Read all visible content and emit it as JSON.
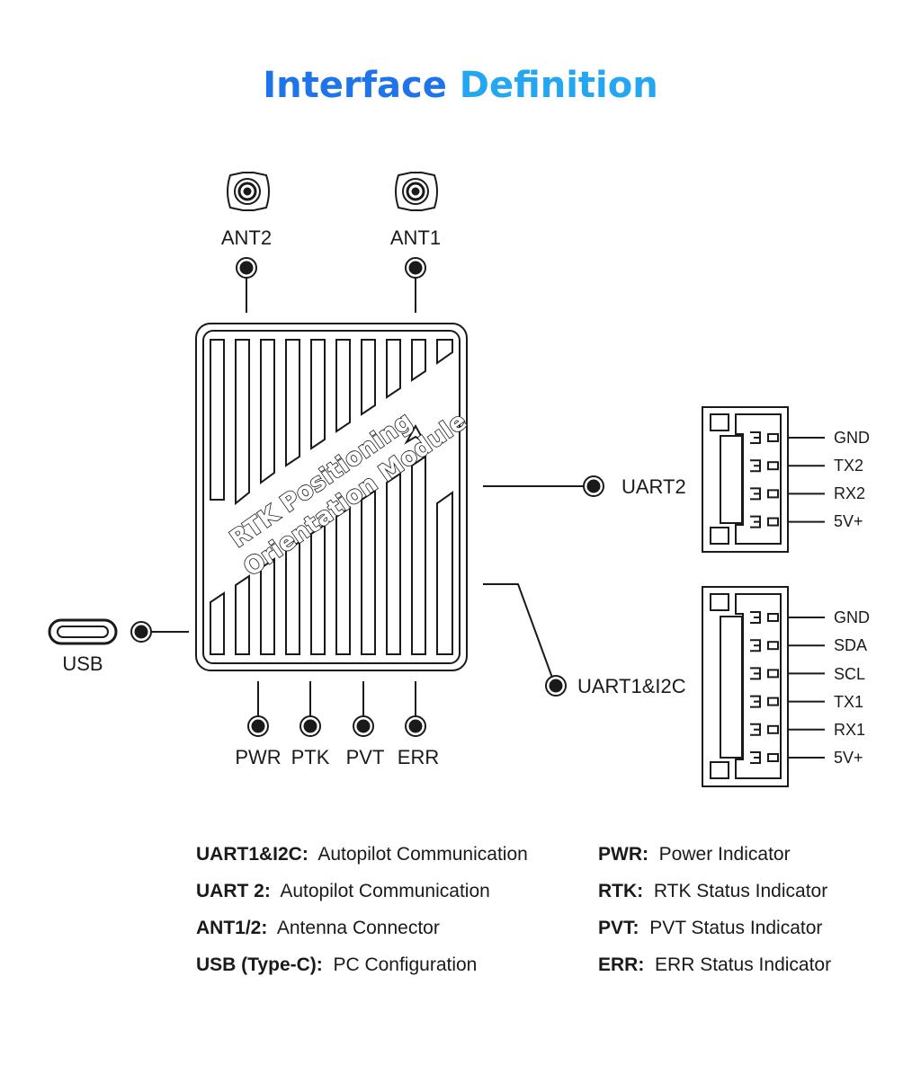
{
  "title": {
    "part1": "Interface",
    "part2": "Definition"
  },
  "colors": {
    "title_primary": "#1e74e8",
    "title_secondary": "#24a6f0",
    "line": "#1a1a1a"
  },
  "module": {
    "line1": "RTK Positioning",
    "line2": "Orientation Module",
    "icon": "arrow-up-icon"
  },
  "antennas": {
    "ant2": "ANT2",
    "ant1": "ANT1"
  },
  "usb": {
    "label": "USB"
  },
  "leds": {
    "pwr": "PWR",
    "ptk": "PTK",
    "pvt": "PVT",
    "err": "ERR"
  },
  "uart2": {
    "label": "UART2",
    "pins": [
      "GND",
      "TX2",
      "RX2",
      "5V+"
    ]
  },
  "uart1": {
    "label": "UART1&I2C",
    "pins": [
      "GND",
      "SDA",
      "SCL",
      "TX1",
      "RX1",
      "5V+"
    ]
  },
  "legend": {
    "left": [
      {
        "key": "UART1&I2C:",
        "desc": "Autopilot Communication"
      },
      {
        "key": "UART 2:",
        "desc": "Autopilot Communication"
      },
      {
        "key": "ANT1/2:",
        "desc": "Antenna Connector"
      },
      {
        "key": "USB (Type-C):",
        "desc": "PC Configuration"
      }
    ],
    "right": [
      {
        "key": "PWR:",
        "desc": "Power Indicator"
      },
      {
        "key": "RTK:",
        "desc": "RTK Status Indicator"
      },
      {
        "key": "PVT:",
        "desc": "PVT Status Indicator"
      },
      {
        "key": "ERR:",
        "desc": "ERR Status Indicator"
      }
    ]
  }
}
